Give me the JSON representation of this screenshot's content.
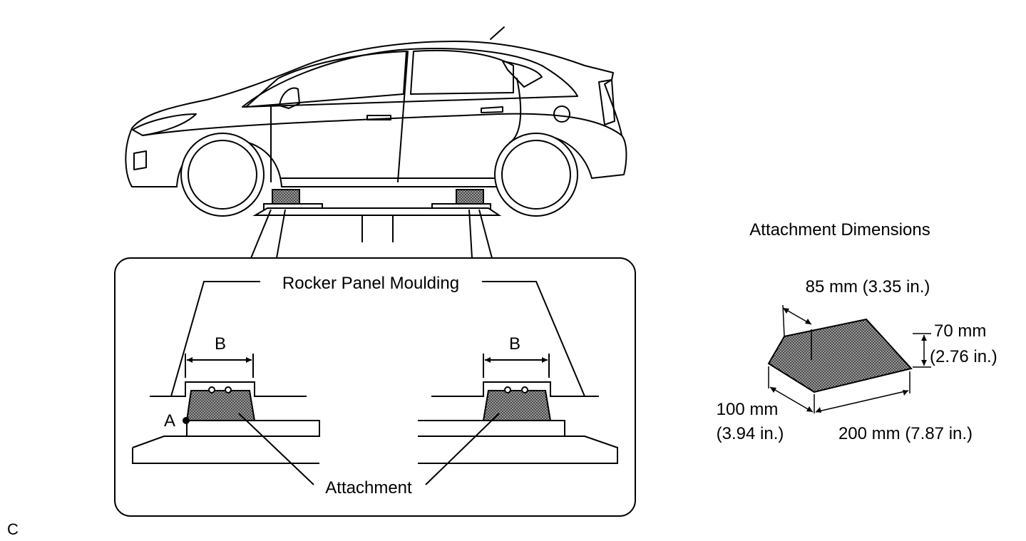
{
  "labels": {
    "rocker_panel": "Rocker Panel Moulding",
    "attachment": "Attachment",
    "point_a": "A",
    "dim_b_left": "B",
    "dim_b_right": "B",
    "corner_code": "C"
  },
  "attachment_dimensions": {
    "title": "Attachment Dimensions",
    "top_width": "85 mm (3.35 in.)",
    "height_mm": "70 mm",
    "height_in": "(2.76 in.)",
    "depth_mm": "100 mm",
    "depth_in": "(3.94 in.)",
    "length": "200 mm (7.87 in.)"
  },
  "colors": {
    "line": "#000000",
    "fill_pattern": "#555555",
    "background": "#ffffff"
  }
}
